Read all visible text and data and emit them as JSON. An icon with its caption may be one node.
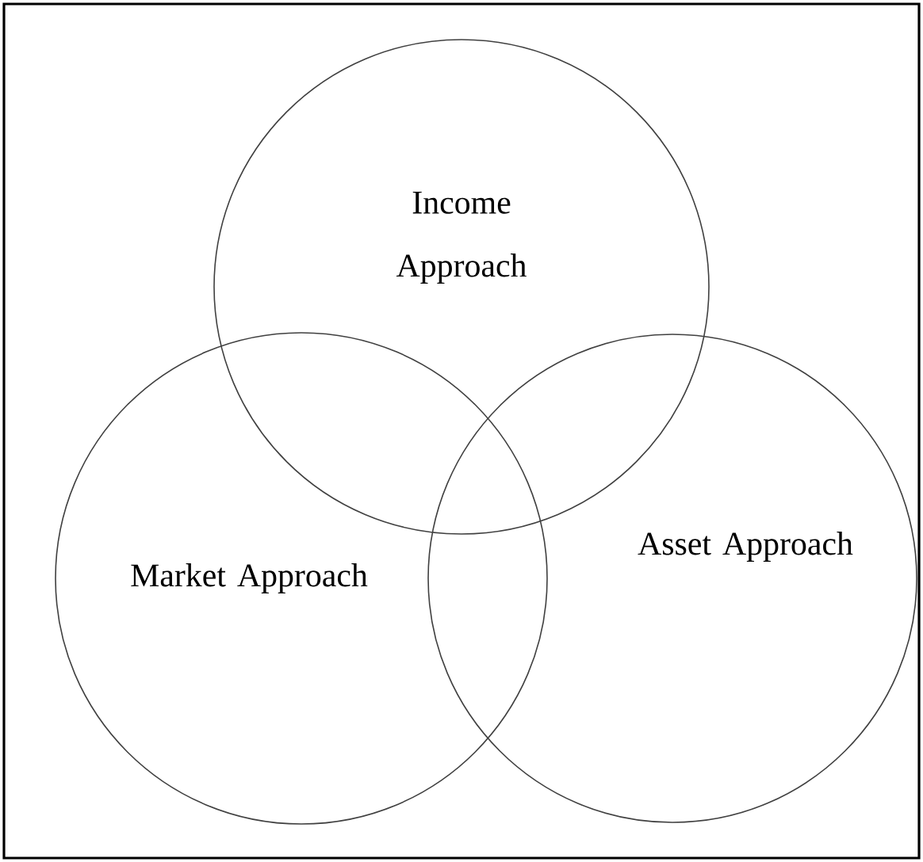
{
  "diagram": {
    "nodes": [
      {
        "text": [
          "Income Approach"
        ]
      },
      {
        "text": [
          "Market Approach"
        ]
      },
      {
        "text": [
          "Asset Approach"
        ]
      }
    ]
  }
}
